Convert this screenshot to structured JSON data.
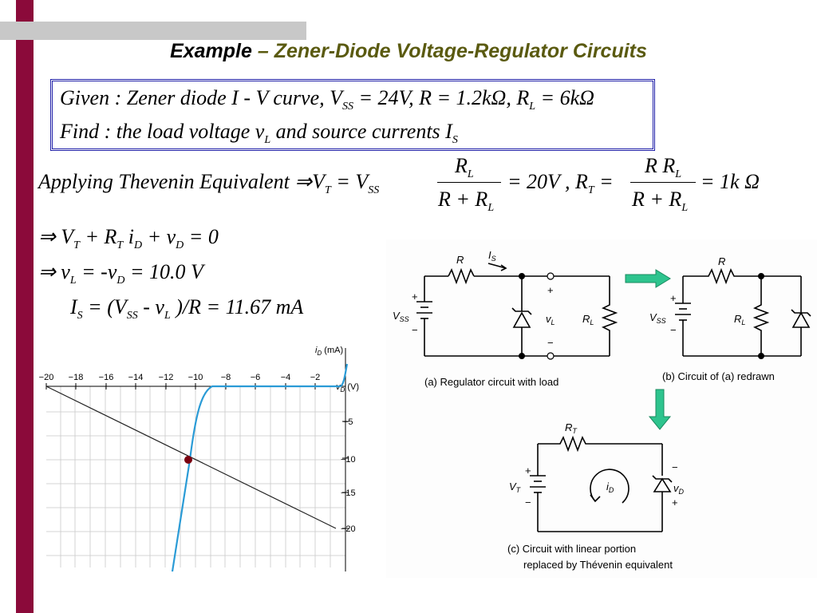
{
  "title": {
    "part1": "Example",
    "part2": " – Zener-Diode Voltage-Regulator Circuits"
  },
  "given": {
    "line1": "Given : Zener diode I - V curve, V",
    "line1_sub": "SS",
    "line1_rest": " = 24V, R = 1.2kΩ, R",
    "line1_sub2": "L",
    "line1_end": " = 6kΩ",
    "line2": "Find : the load voltage v",
    "line2_sub": "L",
    "line2_mid": " and source currents I",
    "line2_sub2": "S"
  },
  "thevenin": {
    "lead": "Applying Thevenin Equivalent ⇒V",
    "t_sub": "T",
    "eq1": " = V",
    "ss_sub": "SS",
    "num1": "R",
    "num1_sub": "L",
    "den1a": "R + R",
    "den1_sub": "L",
    "res1": "= 20V , R",
    "rt_sub": "T",
    "eq2": " =",
    "num2": "R R",
    "num2_sub": "L",
    "den2a": "R + R",
    "den2_sub": "L",
    "res2": "= 1k Ω"
  },
  "steps": {
    "s1": "⇒ V",
    "s1_t": "T",
    "s1_b": " + R",
    "s1_t2": "T",
    "s1_c": " i",
    "s1_d": "D",
    "s1_e": " + v",
    "s1_f": "D",
    "s1_g": " = 0",
    "s2": "⇒ v",
    "s2_l": "L",
    "s2_b": " = -v",
    "s2_d": "D",
    "s2_c": " = 10.0 V",
    "s3": "I",
    "s3_s": "S",
    "s3_b": " = (V",
    "s3_ss": "SS",
    "s3_c": " - v",
    "s3_l": "L",
    "s3_d": " )/R = 11.67 mA"
  },
  "graph": {
    "y_label": "i",
    "y_label_sub": "D",
    "y_unit": " (mA)",
    "x_label": "v",
    "x_label_sub": "D",
    "x_unit": " (V)",
    "x_ticks": [
      "−20",
      "−18",
      "−16",
      "−14",
      "−12",
      "−10",
      "−8",
      "−6",
      "−4",
      "−2"
    ],
    "y_ticks": [
      "−5",
      "−10",
      "−15",
      "−20"
    ],
    "curve_color": "#2a9bd6",
    "loadline_color": "#222222",
    "point_color": "#7a0010"
  },
  "circuits": {
    "a_caption": "(a) Regulator circuit with load",
    "b_caption": "(b) Circuit of (a) redrawn",
    "c_caption_1": "(c) Circuit with linear portion",
    "c_caption_2": "replaced by Thévenin equivalent",
    "R": "R",
    "IS": "I",
    "IS_sub": "S",
    "VSS": "V",
    "VSS_sub": "SS",
    "vL": "v",
    "vL_sub": "L",
    "RL": "R",
    "RL_sub": "L",
    "RT": "R",
    "RT_sub": "T",
    "VT": "V",
    "VT_sub": "T",
    "iD": "i",
    "iD_sub": "D",
    "vD": "v",
    "vD_sub": "D",
    "plus": "+",
    "minus": "−",
    "arrow_color": "#2ec48e"
  }
}
